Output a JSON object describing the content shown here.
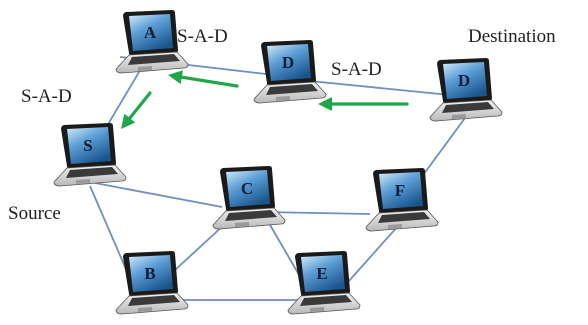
{
  "labels": {
    "route_a": "S-A-D",
    "route_d": "S-A-D",
    "route_s": "S-A-D",
    "destination": "Destination",
    "source": "Source"
  },
  "nodes": [
    {
      "id": "A",
      "label": "A"
    },
    {
      "id": "D1",
      "label": "D"
    },
    {
      "id": "D2",
      "label": "D"
    },
    {
      "id": "S",
      "label": "S"
    },
    {
      "id": "C",
      "label": "C"
    },
    {
      "id": "F",
      "label": "F"
    },
    {
      "id": "B",
      "label": "B"
    },
    {
      "id": "E",
      "label": "E"
    }
  ],
  "links": [
    [
      "A",
      "D1"
    ],
    [
      "A",
      "S"
    ],
    [
      "D1",
      "D2"
    ],
    [
      "D2",
      "F"
    ],
    [
      "S",
      "C"
    ],
    [
      "S",
      "B"
    ],
    [
      "C",
      "B"
    ],
    [
      "C",
      "F"
    ],
    [
      "C",
      "E"
    ],
    [
      "B",
      "E"
    ],
    [
      "E",
      "F"
    ]
  ],
  "arrows": [
    {
      "from": "D2",
      "to": "D1"
    },
    {
      "from": "D1",
      "to": "A"
    },
    {
      "from": "A",
      "to": "S"
    }
  ],
  "colors": {
    "link": "#6f8fbf",
    "arrow": "#1fa64a",
    "screen_light": "#cfe6f7",
    "screen_dark": "#1f5d97",
    "body": "#d9d9d9",
    "frame": "#2a2a2a"
  }
}
